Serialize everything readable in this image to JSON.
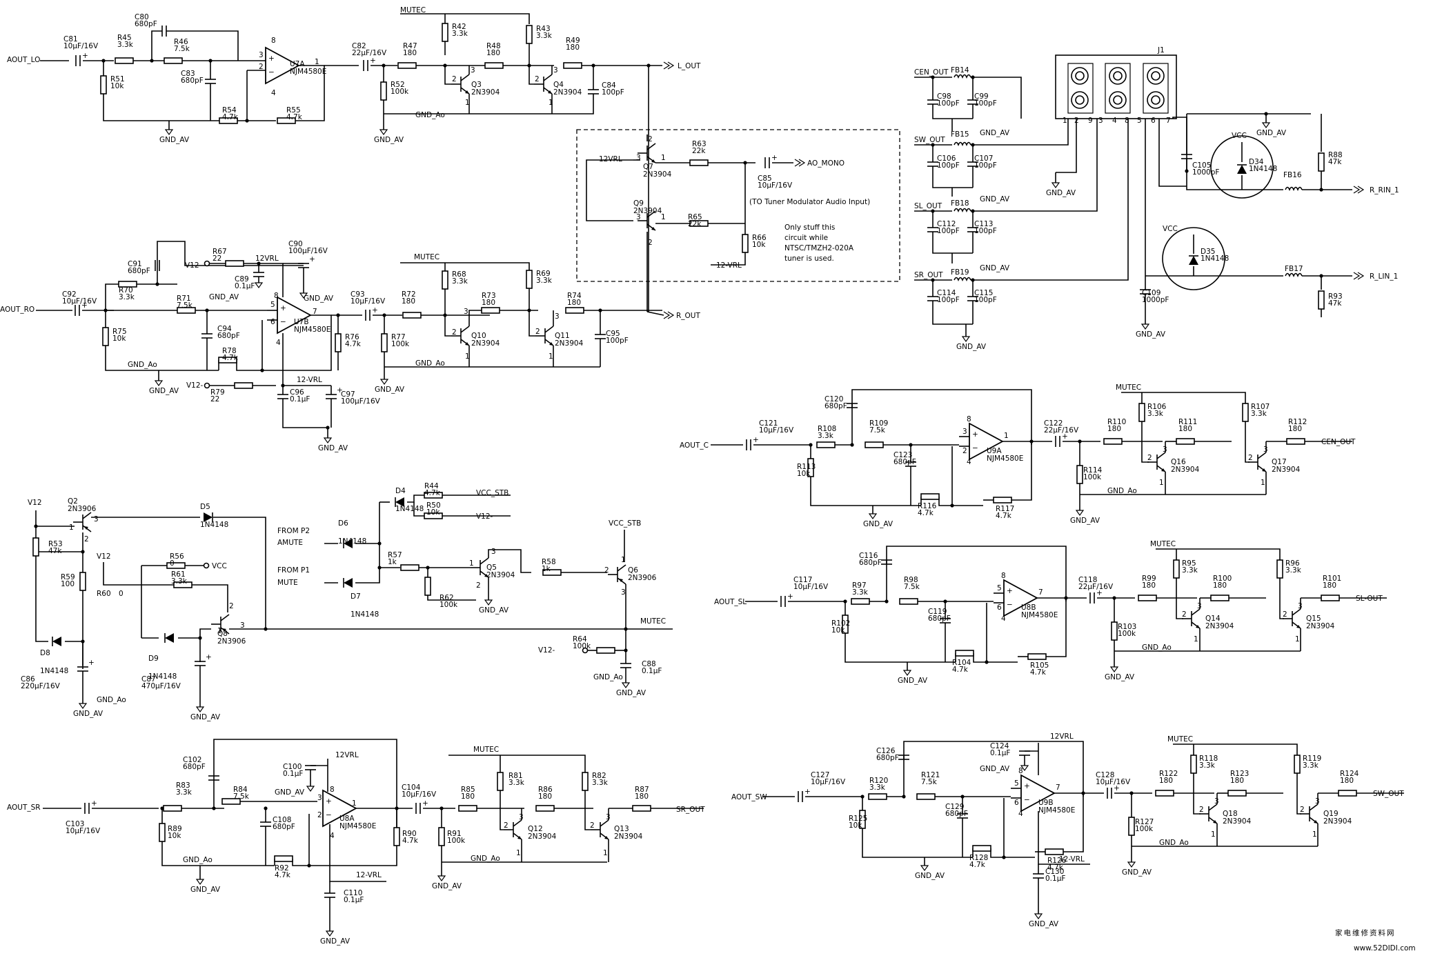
{
  "note": {
    "line1": "Only stuff this",
    "line2": "circuit while",
    "line3": "NTSC/TMZH2-020A",
    "line4": "tuner is used."
  },
  "tuner_note": "(TO Tuner Modulator Audio Input)",
  "watermark": {
    "cn": "家电维修资料网",
    "url": "www.52DIDI.com"
  },
  "nets": {
    "aout_lo": "AOUT_LO",
    "aout_ro": "AOUT_RO",
    "l_out": "L_OUT",
    "r_out": "R_OUT",
    "ao_mono": "AO_MONO",
    "cen_out_in": "CEN_OUT",
    "sw_out_in": "SW_OUT",
    "sl_out_in": "SL_OUT",
    "sr_out_in": "SR_OUT",
    "r_rin": "R_RIN_1",
    "r_lin": "R_LIN_1",
    "aout_c": "AOUT_C",
    "cen_out": "CEN_OUT",
    "aout_sl": "AOUT_SL",
    "sl_out": "SL-OUT",
    "aout_sr": "AOUT_SR",
    "sr_out": "SR_OUT",
    "aout_sw": "AOUT_SW",
    "sw_out": "SW_OUT",
    "from_p2": "FROM P2",
    "amute": "AMUTE",
    "from_p1": "FROM P1",
    "mute": "MUTE",
    "vcc_stb": "VCC_STB",
    "v12m": "V12-",
    "v12": "V12",
    "vcc": "VCC",
    "mutec": "MUTEC",
    "gnd_av": "GND_AV",
    "gnd_ao": "GND_Ao",
    "vrl12": "12VRL",
    "vrl12m": "12-VRL",
    "j1": "J1"
  },
  "parts": {
    "C81": [
      "C81",
      "10μF/16V"
    ],
    "R45": [
      "R45",
      "3.3k"
    ],
    "C80": [
      "C80",
      "680pF"
    ],
    "R46": [
      "R46",
      "7.5k"
    ],
    "R51": [
      "R51",
      "10k"
    ],
    "C83": [
      "C83",
      "680pF"
    ],
    "U7A": [
      "U7A",
      "NJM4580E"
    ],
    "R54": [
      "R54",
      "4.7k"
    ],
    "R55": [
      "R55",
      "4.7k"
    ],
    "C82": [
      "C82",
      "22μF/16V"
    ],
    "R47": [
      "R47",
      "180"
    ],
    "R52": [
      "R52",
      "100k"
    ],
    "R42": [
      "R42",
      "3.3k"
    ],
    "R48": [
      "R48",
      "180"
    ],
    "Q3": [
      "Q3",
      "2N3904"
    ],
    "R43": [
      "R43",
      "3.3k"
    ],
    "R49": [
      "R49",
      "180"
    ],
    "Q4": [
      "Q4",
      "2N3904"
    ],
    "C84": [
      "C84",
      "100pF"
    ],
    "Q7": [
      "Q7",
      "2N3904"
    ],
    "R63": [
      "R63",
      "22k"
    ],
    "C85": [
      "C85",
      "10μF/16V"
    ],
    "Q9": [
      "Q9",
      "2N3904"
    ],
    "R65": [
      "R65",
      "22k"
    ],
    "R66": [
      "R66",
      "10k"
    ],
    "C91": [
      "C91",
      "680pF"
    ],
    "R67": [
      "R67",
      "22"
    ],
    "C89": [
      "C89",
      "0.1μF"
    ],
    "C90": [
      "C90",
      "100μF/16V"
    ],
    "C92": [
      "C92",
      "10μF/16V"
    ],
    "R70": [
      "R70",
      "3.3k"
    ],
    "R71": [
      "R71",
      "7.5k"
    ],
    "U7B": [
      "U7B",
      "NJM4580E"
    ],
    "R75": [
      "R75",
      "10k"
    ],
    "C94": [
      "C94",
      "680pF"
    ],
    "R78": [
      "R78",
      "4.7k"
    ],
    "R79": [
      "R79",
      "22"
    ],
    "C96": [
      "C96",
      "0.1μF"
    ],
    "C97": [
      "C97",
      "100μF/16V"
    ],
    "C93": [
      "C93",
      "10μF/16V"
    ],
    "R76": [
      "R76",
      "4.7k"
    ],
    "R72": [
      "R72",
      "180"
    ],
    "R77": [
      "R77",
      "100k"
    ],
    "R68": [
      "R68",
      "3.3k"
    ],
    "R73": [
      "R73",
      "180"
    ],
    "Q10": [
      "Q10",
      "2N3904"
    ],
    "R69": [
      "R69",
      "3.3k"
    ],
    "R74": [
      "R74",
      "180"
    ],
    "Q11": [
      "Q11",
      "2N3904"
    ],
    "C95": [
      "C95",
      "100pF"
    ],
    "Q2": [
      "Q2",
      "2N3906"
    ],
    "R53": [
      "R53",
      "47k"
    ],
    "R59": [
      "R59",
      "100"
    ],
    "D8": [
      "D8",
      "1N4148"
    ],
    "C86": [
      "C86",
      "220μF/16V"
    ],
    "R60": [
      "R60",
      "0"
    ],
    "R56": [
      "R56",
      "0"
    ],
    "R61": [
      "R61",
      "3.3k"
    ],
    "Q8": [
      "Q8",
      "2N3906"
    ],
    "D9": [
      "D9",
      "1N4148"
    ],
    "C87": [
      "C87",
      "470μF/16V"
    ],
    "D5": [
      "D5",
      "1N4148"
    ],
    "D6": [
      "D6",
      "1N4148"
    ],
    "D7": [
      "D7",
      "1N4148"
    ],
    "D4": [
      "D4",
      "1N4148"
    ],
    "R44": [
      "R44",
      "4.7k"
    ],
    "R50": [
      "R50",
      "10k"
    ],
    "R57": [
      "R57",
      "1k"
    ],
    "R62": [
      "R62",
      "100k"
    ],
    "Q5": [
      "Q5",
      "2N3904"
    ],
    "R58": [
      "R58",
      "1k"
    ],
    "Q6": [
      "Q6",
      "2N3906"
    ],
    "R64": [
      "R64",
      "100k"
    ],
    "C88": [
      "C88",
      "0.1μF"
    ],
    "C102": [
      "C102",
      "680pF"
    ],
    "C103": [
      "C103",
      "10μF/16V"
    ],
    "R83": [
      "R83",
      "3.3k"
    ],
    "R84": [
      "R84",
      "7.5k"
    ],
    "R89": [
      "R89",
      "10k"
    ],
    "C108": [
      "C108",
      "680pF"
    ],
    "R92": [
      "R92",
      "4.7k"
    ],
    "C100": [
      "C100",
      "0.1μF"
    ],
    "U8A": [
      "U8A",
      "NJM4580E"
    ],
    "C110": [
      "C110",
      "0.1μF"
    ],
    "C104": [
      "C104",
      "10μF/16V"
    ],
    "R90": [
      "R90",
      "4.7k"
    ],
    "R85": [
      "R85",
      "180"
    ],
    "R91": [
      "R91",
      "100k"
    ],
    "R81": [
      "R81",
      "3.3k"
    ],
    "R86": [
      "R86",
      "180"
    ],
    "Q12": [
      "Q12",
      "2N3904"
    ],
    "R82": [
      "R82",
      "3.3k"
    ],
    "R87": [
      "R87",
      "180"
    ],
    "Q13": [
      "Q13",
      "2N3904"
    ],
    "FB14": [
      "FB14",
      ""
    ],
    "C98": [
      "C98",
      "100pF"
    ],
    "C99": [
      "C99",
      "100pF"
    ],
    "FB15": [
      "FB15",
      ""
    ],
    "C106": [
      "C106",
      "100pF"
    ],
    "C107": [
      "C107",
      "100pF"
    ],
    "FB18": [
      "FB18",
      ""
    ],
    "C112": [
      "C112",
      "100pF"
    ],
    "C113": [
      "C113",
      "100pF"
    ],
    "FB19": [
      "FB19",
      ""
    ],
    "C114": [
      "C114",
      "100pF"
    ],
    "C115": [
      "C115",
      "100pF"
    ],
    "C105": [
      "C105",
      "1000pF"
    ],
    "D34": [
      "D34",
      "1N4148"
    ],
    "FB16": [
      "FB16",
      ""
    ],
    "R88": [
      "R88",
      "47k"
    ],
    "D35": [
      "D35",
      "1N4148"
    ],
    "C109": [
      "C109",
      "1000pF"
    ],
    "FB17": [
      "FB17",
      ""
    ],
    "R93": [
      "R93",
      "47k"
    ],
    "C121": [
      "C121",
      "10μF/16V"
    ],
    "C120": [
      "C120",
      "680pF"
    ],
    "R108": [
      "R108",
      "3.3k"
    ],
    "R109": [
      "R109",
      "7.5k"
    ],
    "R113": [
      "R113",
      "10k"
    ],
    "C123": [
      "C123",
      "680pF"
    ],
    "U9A": [
      "U9A",
      "NJM4580E"
    ],
    "R116": [
      "R116",
      "4.7k"
    ],
    "R117": [
      "R117",
      "4.7k"
    ],
    "C122": [
      "C122",
      "22μF/16V"
    ],
    "R110": [
      "R110",
      "180"
    ],
    "R114": [
      "R114",
      "100k"
    ],
    "R106": [
      "R106",
      "3.3k"
    ],
    "R111": [
      "R111",
      "180"
    ],
    "Q16": [
      "Q16",
      "2N3904"
    ],
    "R107": [
      "R107",
      "3.3k"
    ],
    "R112": [
      "R112",
      "180"
    ],
    "Q17": [
      "Q17",
      "2N3904"
    ],
    "C117": [
      "C117",
      "10μF/16V"
    ],
    "C116": [
      "C116",
      "680pF"
    ],
    "R97": [
      "R97",
      "3.3k"
    ],
    "R98": [
      "R98",
      "7.5k"
    ],
    "R102": [
      "R102",
      "10k"
    ],
    "C119": [
      "C119",
      "680pF"
    ],
    "U8B": [
      "U8B",
      "NJM4580E"
    ],
    "R104": [
      "R104",
      "4.7k"
    ],
    "R105": [
      "R105",
      "4.7k"
    ],
    "C118": [
      "C118",
      "22μF/16V"
    ],
    "R99": [
      "R99",
      "180"
    ],
    "R103": [
      "R103",
      "100k"
    ],
    "R95": [
      "R95",
      "3.3k"
    ],
    "R100": [
      "R100",
      "180"
    ],
    "Q14": [
      "Q14",
      "2N3904"
    ],
    "R96": [
      "R96",
      "3.3k"
    ],
    "R101": [
      "R101",
      "180"
    ],
    "Q15": [
      "Q15",
      "2N3904"
    ],
    "C127": [
      "C127",
      "10μF/16V"
    ],
    "C126": [
      "C126",
      "680pF"
    ],
    "R120": [
      "R120",
      "3.3k"
    ],
    "R121": [
      "R121",
      "7.5k"
    ],
    "R125": [
      "R125",
      "10k"
    ],
    "C129": [
      "C129",
      "680pF"
    ],
    "C124": [
      "C124",
      "0.1μF"
    ],
    "U9B": [
      "U9B",
      "NJM4580E"
    ],
    "R128": [
      "R128",
      "4.7k"
    ],
    "C130": [
      "C130",
      "0.1μF"
    ],
    "C128": [
      "C128",
      "10μF/16V"
    ],
    "R126": [
      "R126",
      "4.7k"
    ],
    "R122": [
      "R122",
      "180"
    ],
    "R127": [
      "R127",
      "100k"
    ],
    "R118": [
      "R118",
      "3.3k"
    ],
    "R123": [
      "R123",
      "180"
    ],
    "Q18": [
      "Q18",
      "2N3904"
    ],
    "R119": [
      "R119",
      "3.3k"
    ],
    "R124": [
      "R124",
      "180"
    ],
    "Q19": [
      "Q19",
      "2N3904"
    ]
  }
}
